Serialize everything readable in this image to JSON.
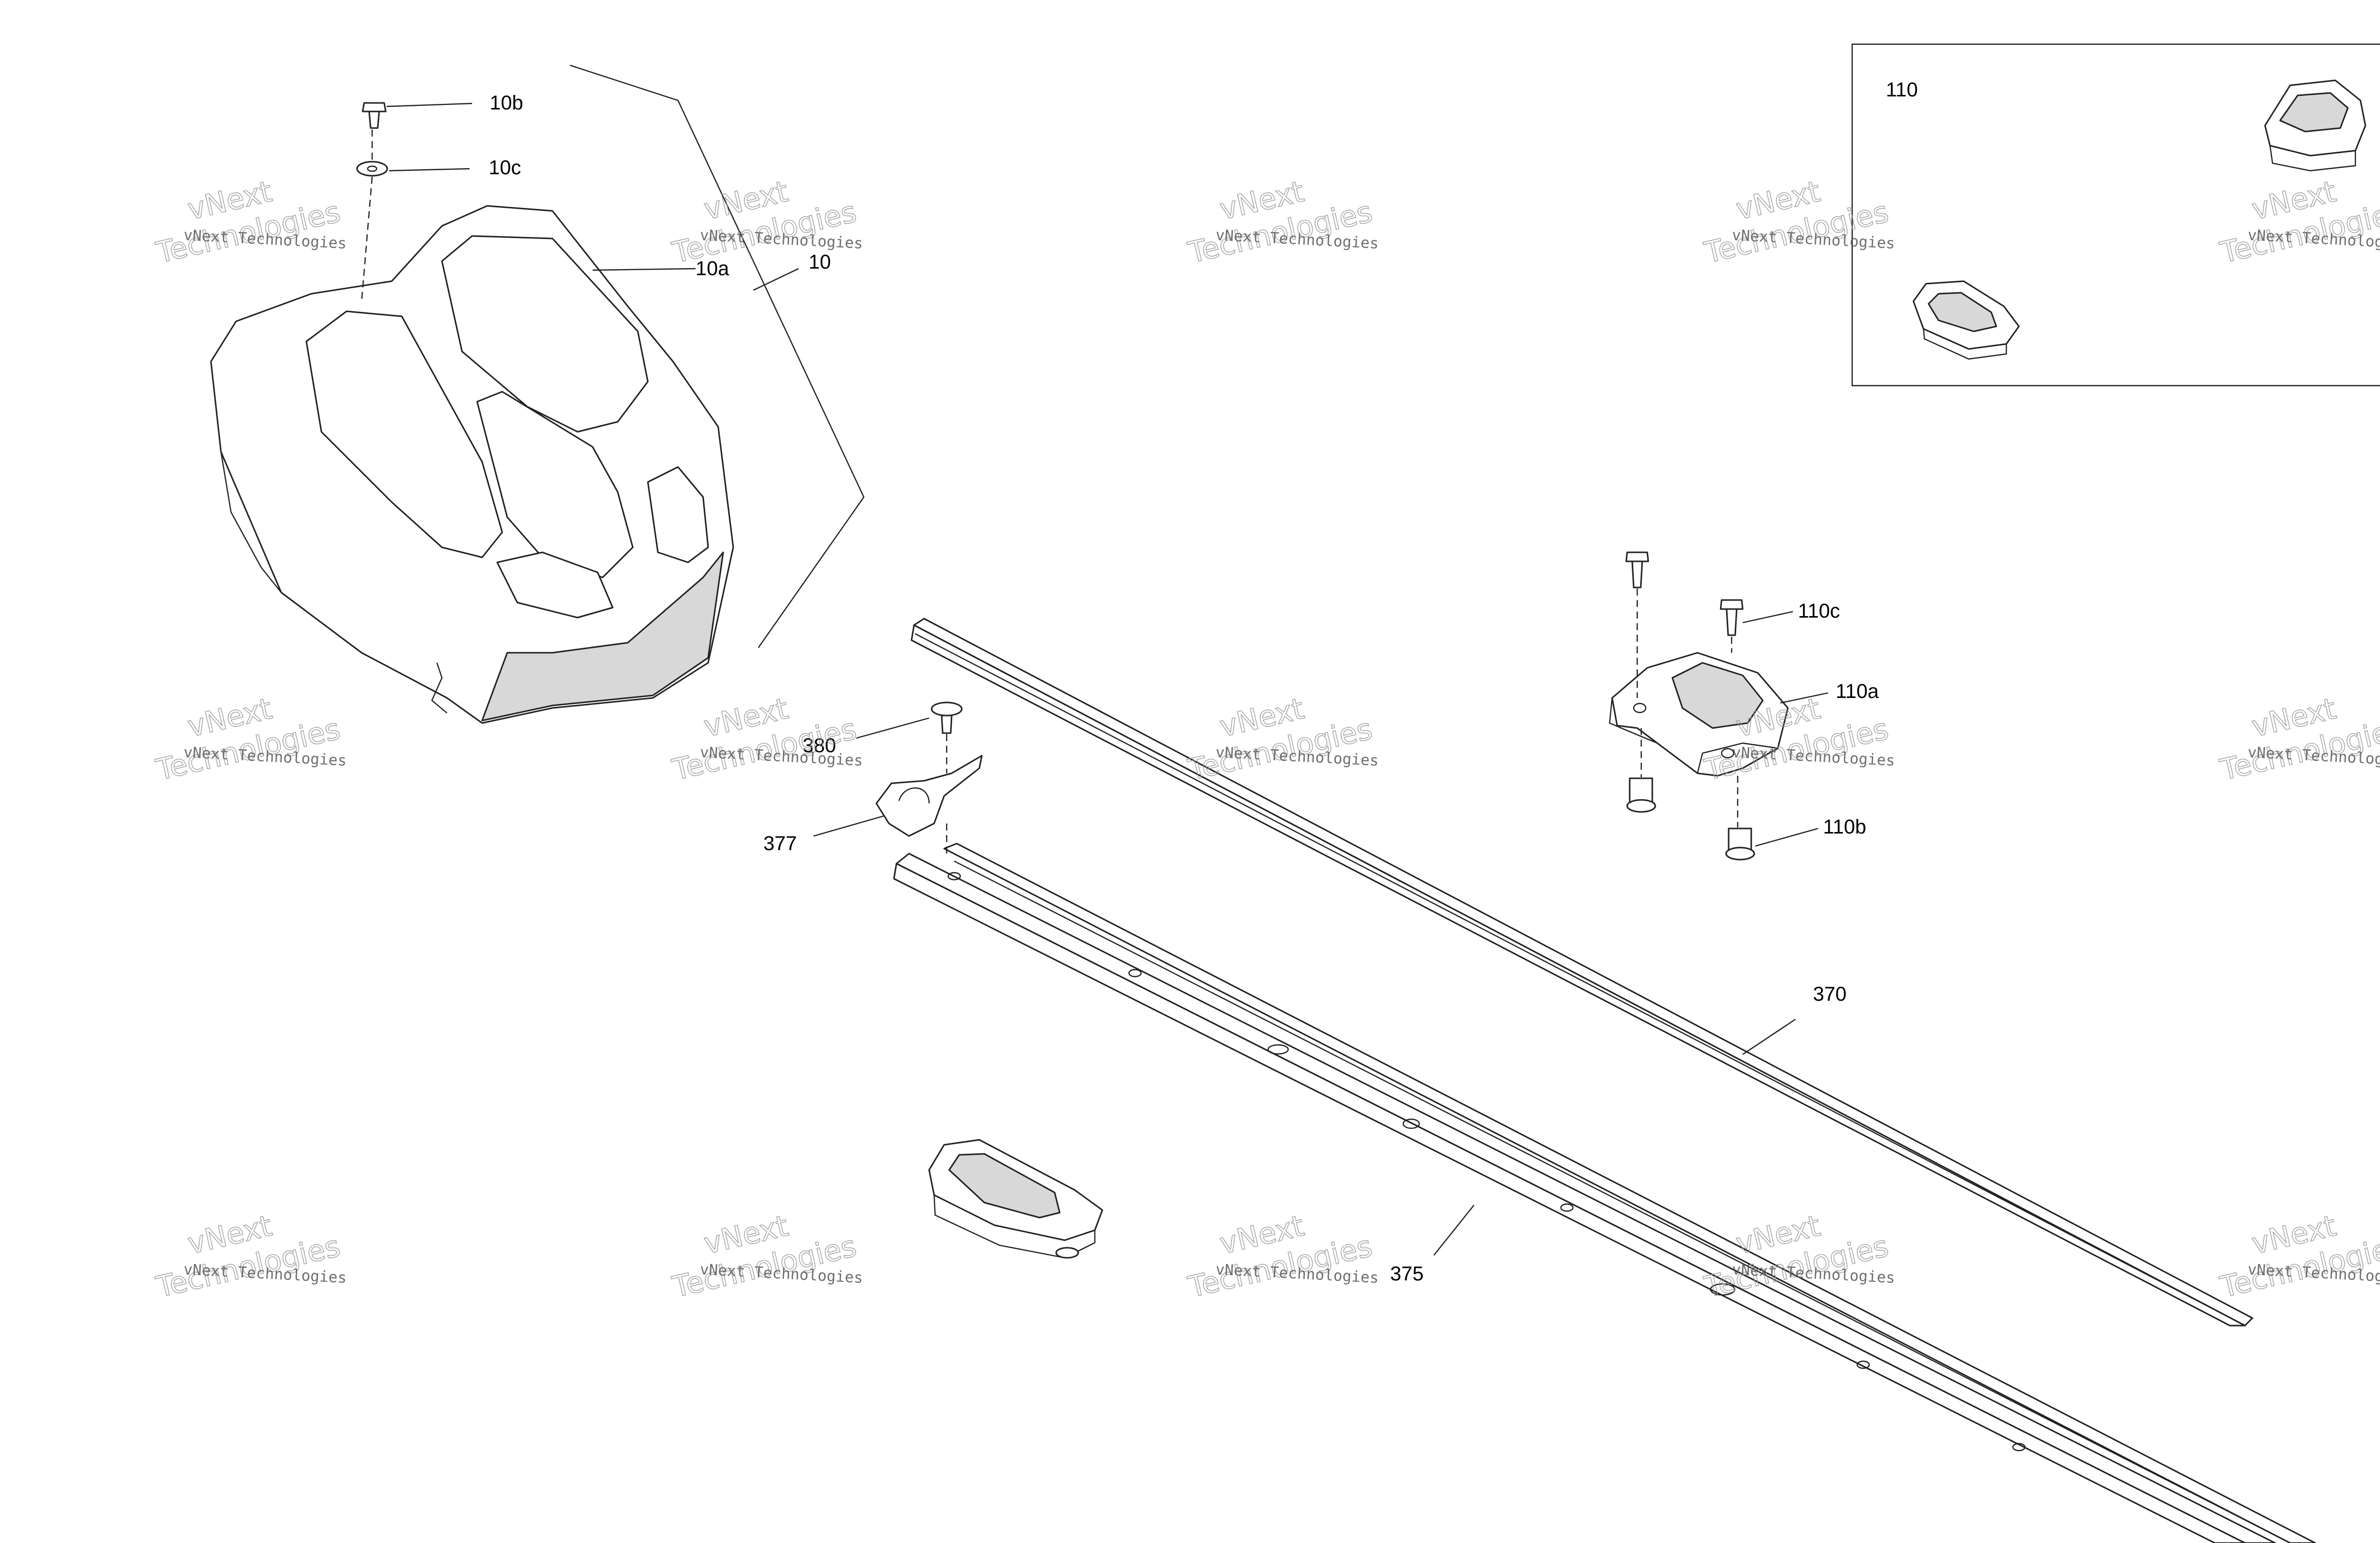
{
  "labels": {
    "l_10": "10",
    "l_10a": "10a",
    "l_10b": "10b",
    "l_10c": "10c",
    "l_110": "110",
    "l_110a": "110a",
    "l_110b": "110b",
    "l_110c": "110c",
    "l_370": "370",
    "l_375": "375",
    "l_377": "377",
    "l_380": "380"
  },
  "watermark": {
    "name": "vNext Technologies",
    "ghost_top": "vNext",
    "ghost_bottom": "Technologies"
  },
  "colors": {
    "line": "#222222",
    "shade": "#d8d8d8",
    "watermark": "#9a9a9a"
  }
}
